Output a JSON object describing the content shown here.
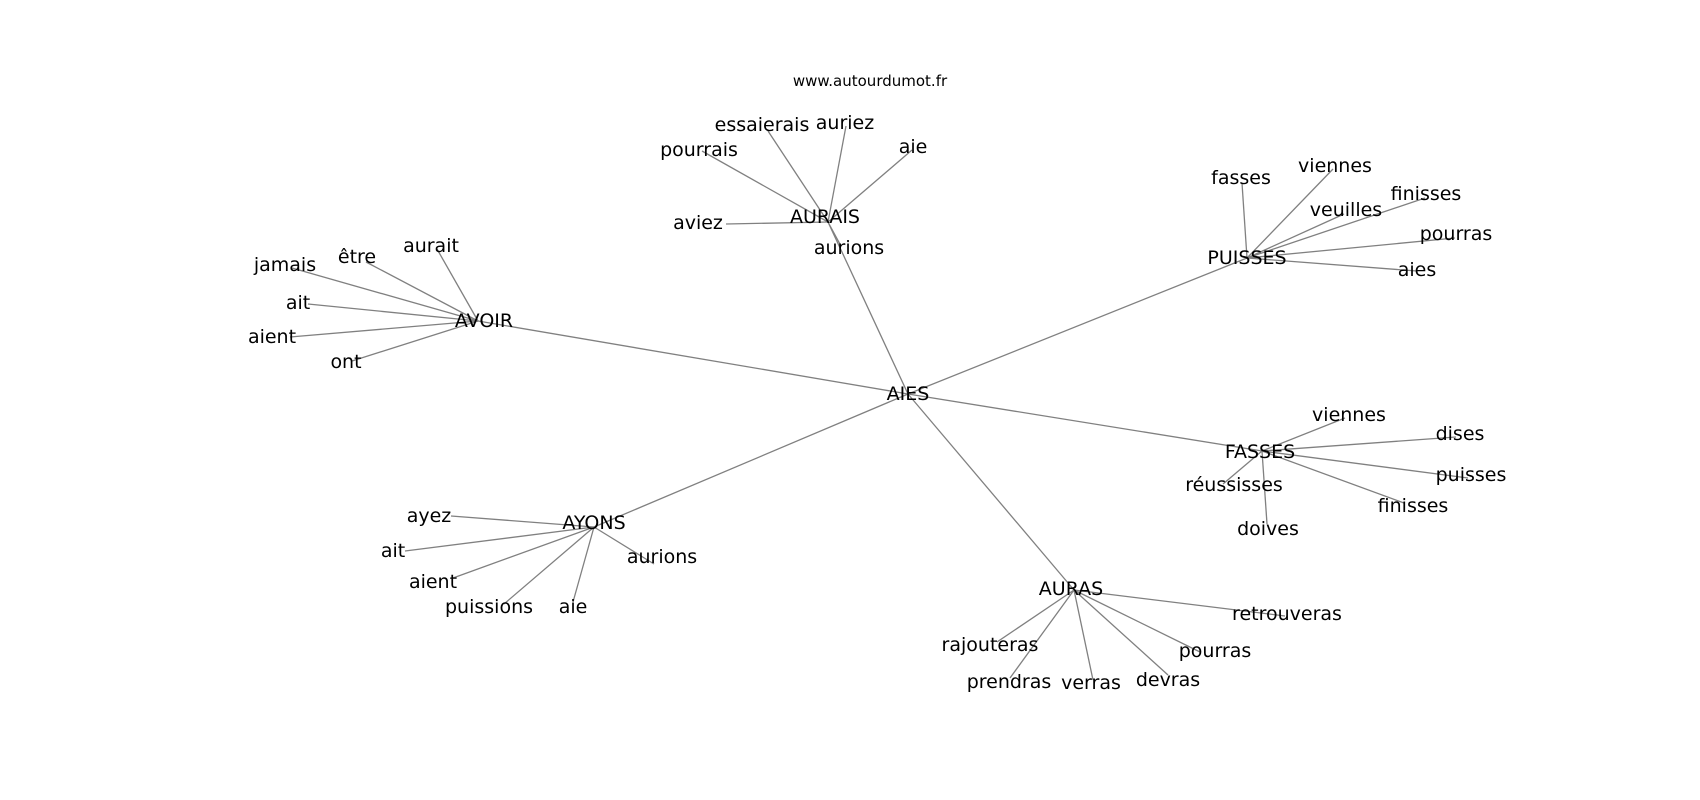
{
  "site": "www.autourdumot.fr",
  "graph": {
    "center": "AIES",
    "hubs": [
      {
        "id": "aurais",
        "label": "AURAIS",
        "leaves": [
          "essaierais",
          "auriez",
          "pourrais",
          "aie",
          "aviez",
          "aurions"
        ]
      },
      {
        "id": "puisses",
        "label": "PUISSES",
        "leaves": [
          "fasses",
          "viennes",
          "finisses",
          "veuilles",
          "pourras",
          "aies"
        ]
      },
      {
        "id": "avoir",
        "label": "AVOIR",
        "leaves": [
          "aurait",
          "être",
          "jamais",
          "ait",
          "aient",
          "ont"
        ]
      },
      {
        "id": "fasses",
        "label": "FASSES",
        "leaves": [
          "viennes",
          "dises",
          "puisses",
          "réussisses",
          "finisses",
          "doives"
        ]
      },
      {
        "id": "ayons",
        "label": "AYONS",
        "leaves": [
          "ayez",
          "ait",
          "aient",
          "puissions",
          "aie",
          "aurions"
        ]
      },
      {
        "id": "auras",
        "label": "AURAS",
        "leaves": [
          "retrouveras",
          "rajouteras",
          "pourras",
          "prendras",
          "verras",
          "devras"
        ]
      }
    ]
  }
}
